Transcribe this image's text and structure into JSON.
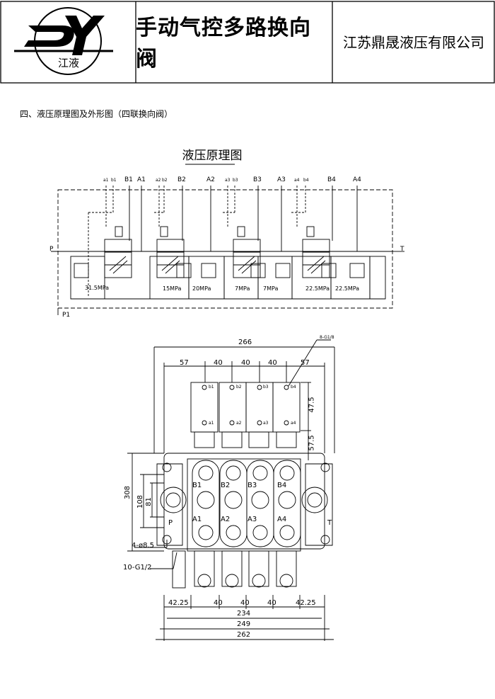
{
  "header": {
    "logo_letters": "DY",
    "logo_text": "江液",
    "product_title": "手动气控多路换向阀",
    "company_name": "江苏鼎晟液压有限公司"
  },
  "section": {
    "heading": "四、液压原理图及外形图（四联换向阀）"
  },
  "schematic": {
    "title": "液压原理图",
    "pilot_labels": [
      "a1",
      "b1",
      "a2",
      "b2",
      "a3",
      "b3",
      "a4",
      "b4"
    ],
    "work_ports": [
      "B1",
      "A1",
      "B2",
      "A2",
      "B3",
      "A3",
      "B4",
      "A4"
    ],
    "pressure_port": "P",
    "tank_port": "T",
    "pilot_supply_port": "P1",
    "relief_settings": [
      "31.5MPa",
      "15MPa",
      "20MPa",
      "7MPa",
      "7MPa",
      "22.5MPa",
      "22.5MPa"
    ]
  },
  "outline": {
    "overall_width_top": "266",
    "top_spacing": [
      "57",
      "40",
      "40",
      "40",
      "57"
    ],
    "pilot_port_note": "8-G1/8",
    "heights_right": [
      "47.5",
      "57.5"
    ],
    "overall_height": "308",
    "height_108": "108",
    "height_81": "81",
    "body_ports_top": [
      "B1",
      "B2",
      "B3",
      "B4"
    ],
    "body_ports_bottom": [
      "A1",
      "A2",
      "A3",
      "A4"
    ],
    "pilot_labels_top": [
      "b1",
      "b2",
      "b3",
      "b4"
    ],
    "pilot_labels_bottom": [
      "a1",
      "a2",
      "a3",
      "a4"
    ],
    "pressure_port": "P",
    "tank_port": "T",
    "mount_holes": "4-ø8.5",
    "port_thread": "10-G1/2",
    "bottom_spacing": [
      "42.25",
      "40",
      "40",
      "40",
      "42.25"
    ],
    "width_234": "234",
    "width_249": "249",
    "width_262": "262"
  }
}
